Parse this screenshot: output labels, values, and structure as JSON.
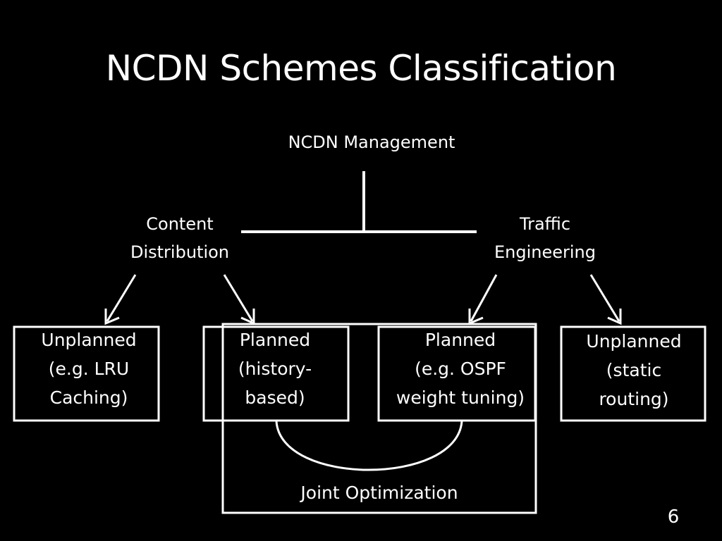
{
  "slide": {
    "title": "NCDN Schemes Classification",
    "page_number": "6"
  },
  "diagram": {
    "root": "NCDN Management",
    "branches": {
      "left": {
        "line1": "Content",
        "line2": "Distribution"
      },
      "right": {
        "line1": "Traffic",
        "line2": "Engineering"
      }
    },
    "leaves": [
      {
        "line1": "Unplanned",
        "line2": "(e.g. LRU",
        "line3": "Caching)"
      },
      {
        "line1": "Planned",
        "line2": "(history-",
        "line3": "based)"
      },
      {
        "line1": "Planned",
        "line2": "(e.g. OSPF",
        "line3": "weight tuning)"
      },
      {
        "line1": "Unplanned",
        "line2": "(static",
        "line3": "routing)"
      }
    ],
    "joint_label": "Joint Optimization"
  }
}
